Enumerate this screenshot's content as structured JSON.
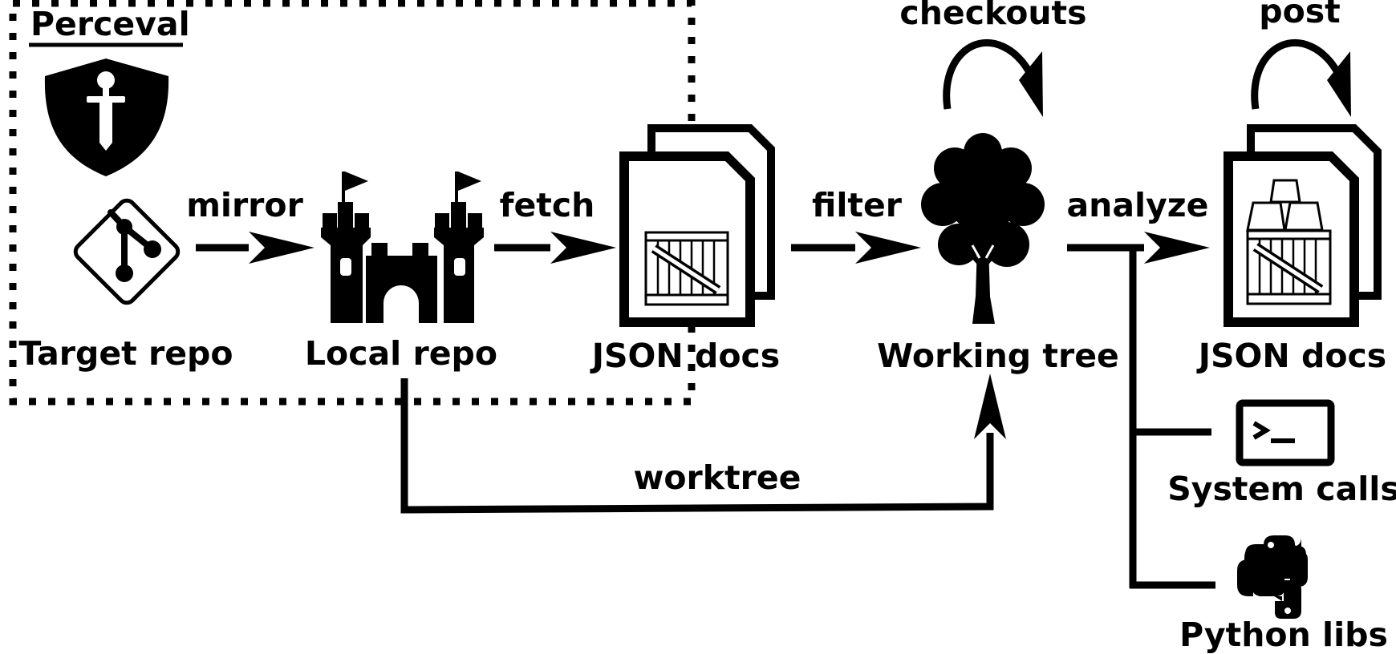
{
  "group": {
    "title": "Perceval"
  },
  "nodes": {
    "target_repo": "Target repo",
    "local_repo": "Local repo",
    "json_docs_raw": "JSON docs",
    "working_tree": "Working tree",
    "json_docs_enriched": "JSON docs",
    "system_calls": "System calls",
    "python_libs": "Python libs"
  },
  "edges": {
    "mirror": "mirror",
    "fetch": "fetch",
    "filter": "filter",
    "analyze": "analyze",
    "worktree": "worktree",
    "checkouts": "checkouts",
    "post": "post"
  },
  "colors": {
    "ink": "#000000",
    "paper": "#ffffff"
  },
  "icons": {
    "perceval": "shield-sword-icon",
    "target_repo": "git-logo-icon",
    "local_repo": "castle-icon",
    "json_docs_raw": "document-stack-crate-icon",
    "working_tree": "tree-icon",
    "json_docs_enriched": "document-stack-gold-crate-icon",
    "system_calls": "terminal-icon",
    "python_libs": "python-logo-icon"
  }
}
